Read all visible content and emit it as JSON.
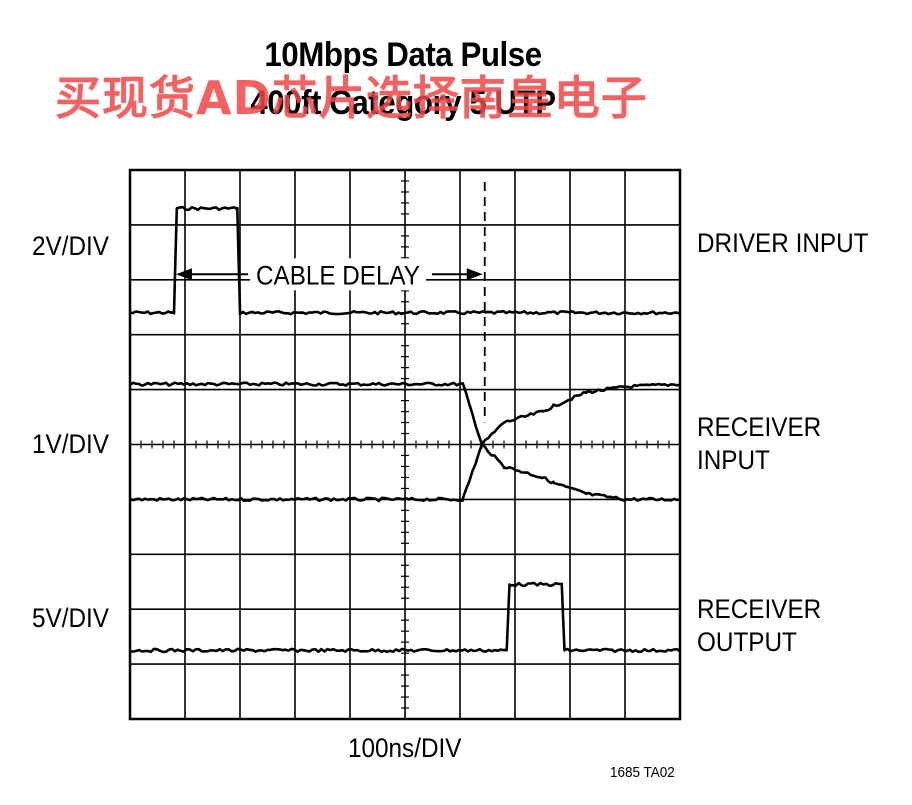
{
  "title": {
    "line1": "10Mbps Data Pulse",
    "line2": "400ft Category 5 UTP"
  },
  "watermark": "买现货AD芯片选择南皇电子",
  "volts_labels": {
    "driver": "2V/DIV",
    "receiver_input": "1V/DIV",
    "receiver_output": "5V/DIV"
  },
  "trace_labels": {
    "driver": "DRIVER INPUT",
    "receiver_input_line1": "RECEIVER",
    "receiver_input_line2": "INPUT",
    "receiver_output_line1": "RECEIVER",
    "receiver_output_line2": "OUTPUT"
  },
  "annotation": "CABLE DELAY",
  "time_scale": "100ns/DIV",
  "figure_id": "1685 TA02",
  "chart_data": {
    "type": "line",
    "title": "10Mbps Data Pulse",
    "subtitle": "400ft Category 5 UTP",
    "xlabel": "100ns/DIV",
    "grid": true,
    "grid_divisions": {
      "x": 10,
      "y": 10
    },
    "xlim": [
      0,
      10
    ],
    "ylim": [
      0,
      10
    ],
    "units": {
      "x": "divisions",
      "y": "divisions"
    },
    "series": [
      {
        "name": "DRIVER INPUT",
        "scale": "2V/DIV",
        "points": [
          [
            0,
            7.4
          ],
          [
            0.8,
            7.4
          ],
          [
            0.85,
            9.3
          ],
          [
            1.95,
            9.3
          ],
          [
            2.0,
            7.4
          ],
          [
            10,
            7.4
          ]
        ]
      },
      {
        "name": "RECEIVER INPUT",
        "scale": "1V/DIV",
        "points": [
          [
            0,
            6.1
          ],
          [
            6.05,
            6.1
          ],
          [
            6.4,
            5.0
          ],
          [
            6.8,
            5.4
          ],
          [
            7.5,
            5.6
          ],
          [
            7.7,
            5.7
          ],
          [
            8.3,
            5.95
          ],
          [
            9.0,
            6.05
          ],
          [
            10,
            6.1
          ]
        ]
      },
      {
        "name": "RECEIVER INPUT (complement)",
        "scale": "1V/DIV",
        "points": [
          [
            0,
            4.0
          ],
          [
            6.05,
            4.0
          ],
          [
            6.4,
            5.0
          ],
          [
            6.8,
            4.6
          ],
          [
            7.5,
            4.4
          ],
          [
            7.7,
            4.3
          ],
          [
            8.3,
            4.1
          ],
          [
            9.0,
            4.0
          ],
          [
            10,
            4.0
          ]
        ]
      },
      {
        "name": "RECEIVER OUTPUT",
        "scale": "5V/DIV",
        "points": [
          [
            0,
            1.25
          ],
          [
            6.85,
            1.25
          ],
          [
            6.9,
            2.45
          ],
          [
            7.85,
            2.45
          ],
          [
            7.9,
            1.25
          ],
          [
            10,
            1.25
          ]
        ]
      }
    ],
    "markers": {
      "cable_delay": {
        "from": 0.8,
        "to": 6.45,
        "y": 8.1
      },
      "cursor_x": 6.45
    }
  }
}
